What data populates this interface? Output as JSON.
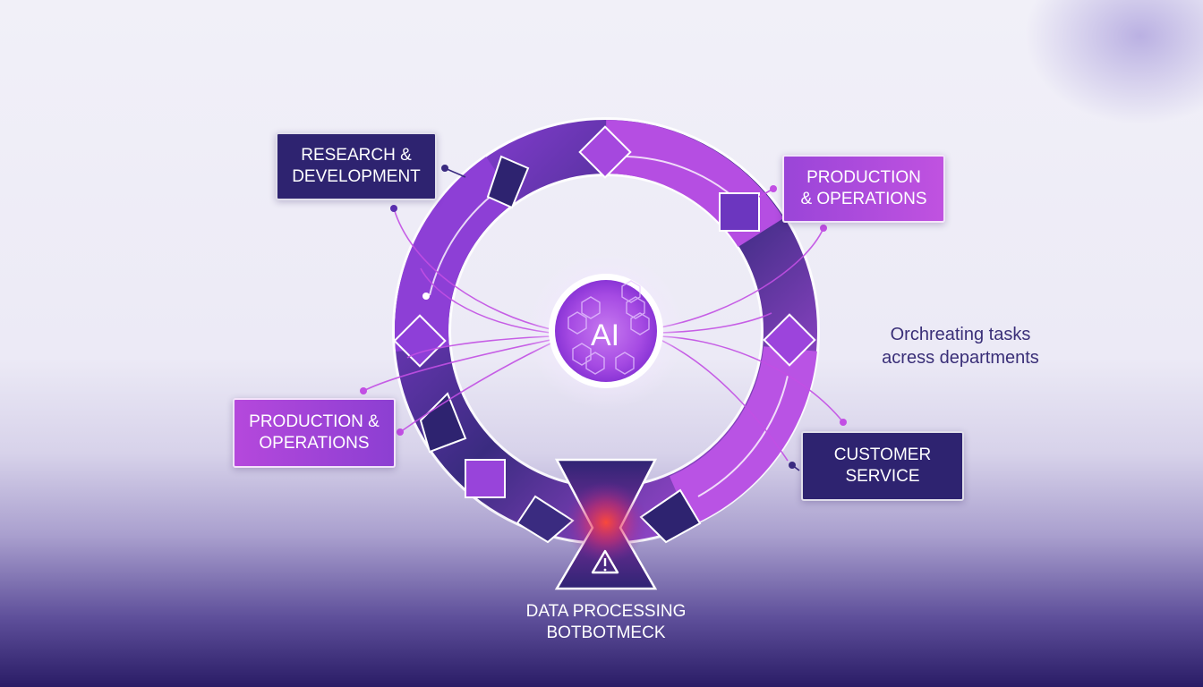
{
  "hub": {
    "label": "AI"
  },
  "departments": {
    "top_left": "RESEARCH &\nDEVELOPMENT",
    "top_right": "PRODUCTION\n& OPERATIONS",
    "bottom_left": "PRODUCTION &\nOPERATIONS",
    "bottom_right": "CUSTOMER\nSERVICE"
  },
  "caption": "Orchreating tasks\nacress departments",
  "bottleneck": {
    "label": "DATA PROCESSING\nBOTBOTMECK",
    "icon": "warning-icon"
  },
  "colors": {
    "dark_navy": "#2e2370",
    "violet": "#8c3fd2",
    "magenta": "#c052e0",
    "bottleneck_glow": "#ff3b2f"
  }
}
